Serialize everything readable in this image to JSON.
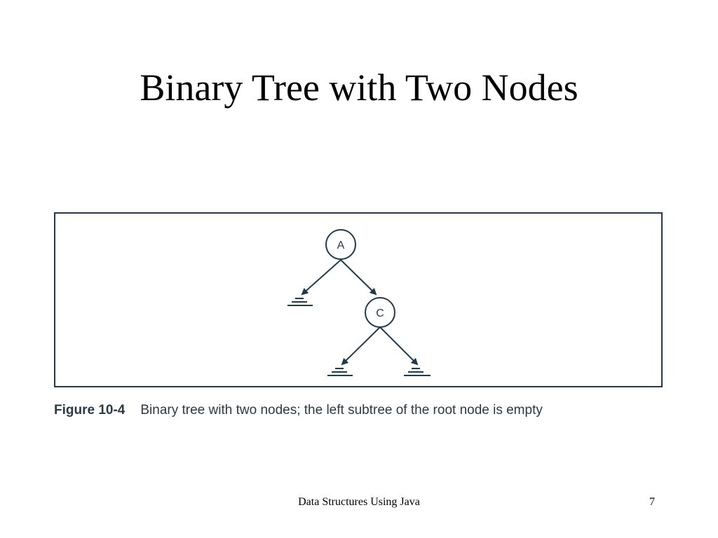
{
  "slide": {
    "title": "Binary Tree with Two Nodes",
    "footer_text": "Data Structures Using Java",
    "page_number": "7"
  },
  "figure": {
    "number": "Figure 10-4",
    "caption": "Binary tree with two nodes; the left subtree of the root node is empty",
    "nodes": [
      {
        "id": "root",
        "label": "A"
      },
      {
        "id": "right-child",
        "label": "C"
      }
    ],
    "edges": [
      {
        "from": "A",
        "to": "null"
      },
      {
        "from": "A",
        "to": "C"
      },
      {
        "from": "C",
        "to": "null"
      },
      {
        "from": "C",
        "to": "null"
      }
    ]
  },
  "colors": {
    "diagram_stroke": "#1f3b4d",
    "caption_text": "#2b3a45"
  }
}
